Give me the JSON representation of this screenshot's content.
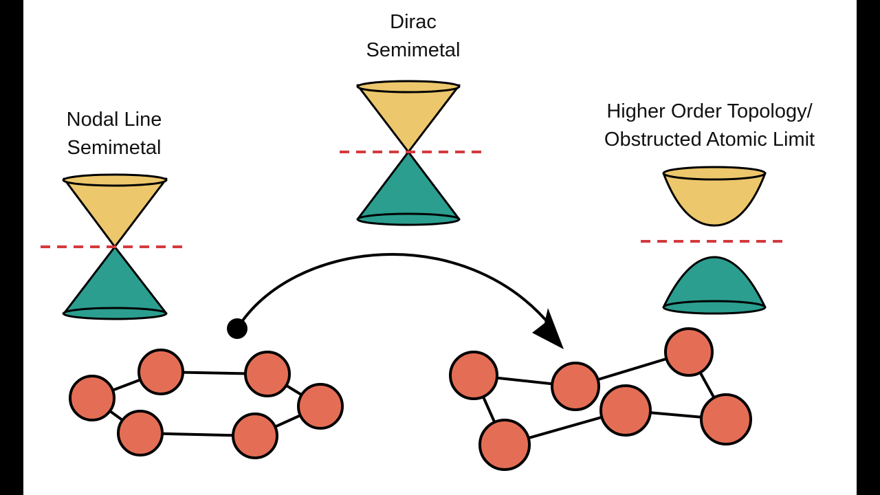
{
  "labels": {
    "nodal_line": [
      "Nodal Line",
      "Semimetal"
    ],
    "dirac": [
      "Dirac",
      "Semimetal"
    ],
    "higher_order": [
      "Higher Order Topology/",
      "Obstructed Atomic Limit"
    ]
  },
  "colors": {
    "upper_band": "#ecc76c",
    "lower_band": "#2b9e90",
    "fermi_level": "#d43a3e",
    "atom": "#e46e55",
    "outline": "#000000",
    "frame": "#000000"
  },
  "icons": {
    "transition_arrow": "curved-arrow-icon"
  }
}
